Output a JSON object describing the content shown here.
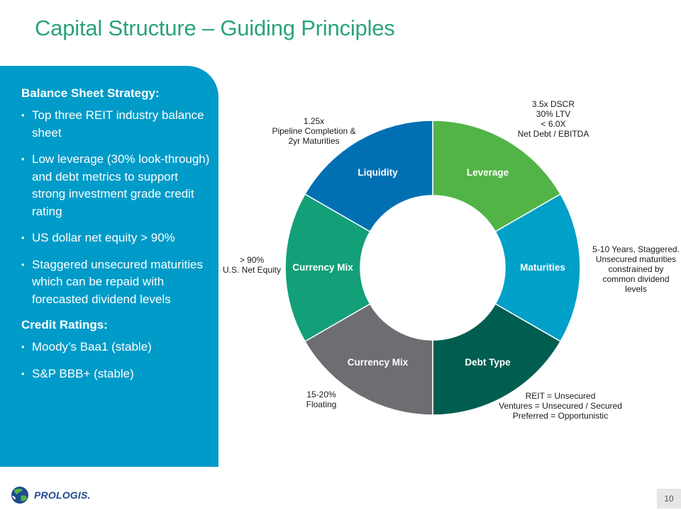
{
  "title": "Capital Structure – Guiding Principles",
  "panel": {
    "heading1": "Balance Sheet Strategy:",
    "items1": [
      "Top three REIT industry balance sheet",
      "Low leverage (30% look-through) and debt metrics to support strong investment grade credit rating",
      "US dollar net equity > 90%",
      "Staggered unsecured maturities which can be repaid with forecasted dividend levels"
    ],
    "heading2": "Credit Ratings:",
    "items2": [
      "Moody’s Baa1 (stable)",
      "S&P BBB+ (stable)"
    ],
    "bullet": "•"
  },
  "diagram": {
    "segments": [
      {
        "label": "Leverage",
        "color": "#52b447"
      },
      {
        "label": "Maturities",
        "color": "#00a0c8"
      },
      {
        "label": "Debt Type",
        "color": "#005e50"
      },
      {
        "label": "Currency Mix",
        "color": "#6d6e71"
      },
      {
        "label": "Currency Mix",
        "color": "#13a079"
      },
      {
        "label": "Liquidity",
        "color": "#0070b3"
      }
    ],
    "annotations": {
      "leverage": [
        "3.5x DSCR",
        "30% LTV",
        "< 6.0X",
        "Net Debt / EBITDA"
      ],
      "maturities": [
        "5-10 Years, Staggered.",
        "Unsecured maturities",
        "constrained by",
        "common dividend",
        "levels"
      ],
      "debt_type": [
        "REIT = Unsecured",
        "Ventures = Unsecured / Secured",
        "Preferred = Opportunistic"
      ],
      "floating": [
        "15-20%",
        "Floating"
      ],
      "currency": [
        "> 90%",
        "U.S. Net Equity"
      ],
      "liquidity": [
        "1.25x",
        "Pipeline Completion &",
        "2yr Maturities"
      ]
    }
  },
  "footer": {
    "logo_text": "PROLOGIS.",
    "page_number": "10"
  },
  "colors": {
    "title": "#2aa27e",
    "panel": "#009bc8"
  }
}
